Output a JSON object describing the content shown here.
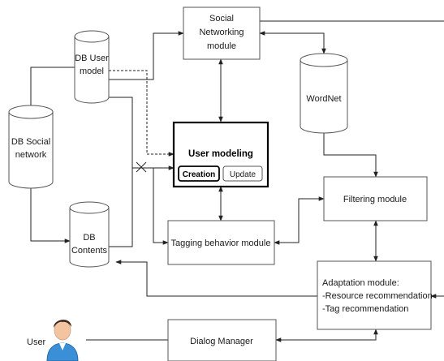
{
  "nodes": {
    "social_networking": [
      "Social",
      "Networking",
      "module"
    ],
    "db_user_model": [
      "DB User",
      "model"
    ],
    "wordnet": [
      "WordNet"
    ],
    "db_social_network": [
      "DB Social",
      "network"
    ],
    "user_modeling": "User modeling",
    "creation": "Creation",
    "update": "Update",
    "filtering": "Filtering module",
    "db_contents": [
      "DB",
      "Contents"
    ],
    "tagging": "Tagging behavior module",
    "adaptation": [
      "Adaptation module:",
      "-Resource recommendation",
      "-Tag recommendation"
    ],
    "user": "User",
    "dialog_manager": "Dialog Manager"
  }
}
